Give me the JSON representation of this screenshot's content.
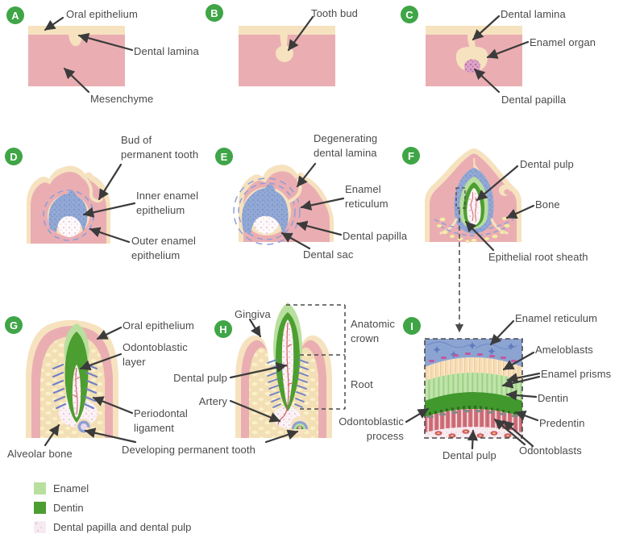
{
  "colors": {
    "badge_green": "#3FA546",
    "tissue_pink": "#EAAEB2",
    "epithelium_cream": "#F6E2BF",
    "enamel_organ_blue": "#92A8D5",
    "enamel_light_green": "#B9DF9E",
    "dentin_green": "#4C9E31",
    "bone_yellow": "#FAF1C9",
    "ligament_blue": "#7081C6",
    "artery_red": "#C95F63",
    "label_text": "#4A4A4A"
  },
  "panels": {
    "A": {
      "letter": "A",
      "labels": {
        "oral_epithelium": "Oral epithelium",
        "dental_lamina": "Dental lamina",
        "mesenchyme": "Mesenchyme"
      }
    },
    "B": {
      "letter": "B",
      "labels": {
        "tooth_bud": "Tooth bud"
      }
    },
    "C": {
      "letter": "C",
      "labels": {
        "dental_lamina": "Dental lamina",
        "enamel_organ": "Enamel organ",
        "dental_papilla": "Dental papilla"
      }
    },
    "D": {
      "letter": "D",
      "labels": {
        "bud_of_permanent_tooth": "Bud of\npermanent tooth",
        "inner_enamel_epithelium": "Inner enamel\nepithelium",
        "outer_enamel_epithelium": "Outer enamel\nepithelium"
      }
    },
    "E": {
      "letter": "E",
      "labels": {
        "degenerating_dental_lamina": "Degenerating\ndental lamina",
        "enamel_reticulum": "Enamel\nreticulum",
        "dental_papilla": "Dental papilla",
        "dental_sac": "Dental sac"
      }
    },
    "F": {
      "letter": "F",
      "labels": {
        "dental_pulp": "Dental pulp",
        "bone": "Bone",
        "epithelial_root_sheath": "Epithelial root sheath"
      }
    },
    "G": {
      "letter": "G",
      "labels": {
        "oral_epithelium": "Oral epithelium",
        "odontoblastic_layer": "Odontoblastic\nlayer",
        "periodontal_ligament": "Periodontal\nligament",
        "alveolar_bone": "Alveolar bone"
      }
    },
    "H": {
      "letter": "H",
      "labels": {
        "gingiva": "Gingiva",
        "anatomic_crown": "Anatomic\ncrown",
        "root": "Root",
        "dental_pulp": "Dental pulp",
        "artery": "Artery",
        "developing_permanent_tooth": "Developing permanent tooth"
      }
    },
    "I": {
      "letter": "I",
      "labels": {
        "enamel_reticulum": "Enamel reticulum",
        "ameloblasts": "Ameloblasts",
        "enamel_prisms": "Enamel prisms",
        "dentin": "Dentin",
        "predentin": "Predentin",
        "odontoblasts": "Odontoblasts",
        "dental_pulp": "Dental pulp",
        "odontoblastic_process": "Odontoblastic\nprocess"
      }
    }
  },
  "legend": {
    "items": [
      {
        "swatch": "enamel",
        "label": "Enamel"
      },
      {
        "swatch": "dentin",
        "label": "Dentin"
      },
      {
        "swatch": "papilla_pulp",
        "label": "Dental papilla and dental pulp"
      }
    ]
  }
}
